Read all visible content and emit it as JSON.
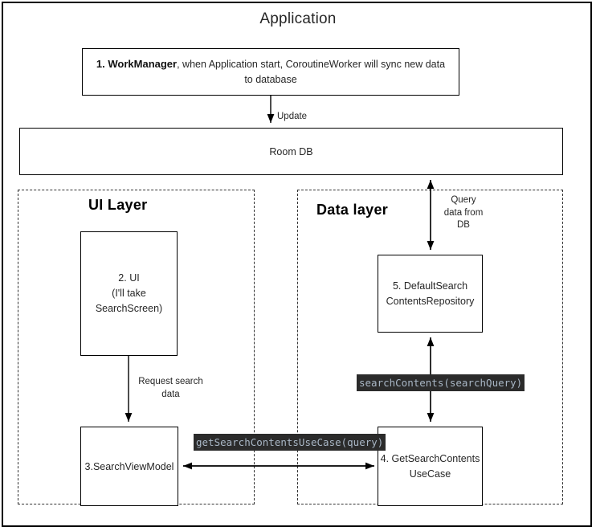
{
  "diagram": {
    "title": "Application",
    "nodes": {
      "workmanager": {
        "number": "1. WorkManager",
        "rest": ", when Application start, CoroutineWorker will sync new data to database"
      },
      "room_db": {
        "label": "Room DB"
      },
      "ui": {
        "label": "2. UI\n(I'll take\nSearchScreen)"
      },
      "repository": {
        "label": "5. DefaultSearch\nContentsRepository"
      },
      "viewmodel": {
        "label": "3.SearchViewModel"
      },
      "usecase": {
        "label": "4. GetSearchContents\nUseCase"
      }
    },
    "zones": {
      "ui_layer": {
        "title": "UI Layer"
      },
      "data_layer": {
        "title": "Data layer"
      }
    },
    "edges": {
      "update": {
        "label": "Update"
      },
      "query": {
        "label": "Query\ndata from\nDB"
      },
      "request": {
        "label": "Request search\ndata"
      },
      "search_contents": {
        "label": "searchContents(searchQuery)"
      },
      "get_search_contents": {
        "label": "getSearchContentsUseCase(query)"
      }
    },
    "colors": {
      "stroke": "#000000",
      "dashed_stroke": "#333333",
      "code_chip_bg": "#2b2b2b",
      "code_chip_fg": "#a9b7c6",
      "text": "#262626",
      "background": "#ffffff"
    }
  }
}
